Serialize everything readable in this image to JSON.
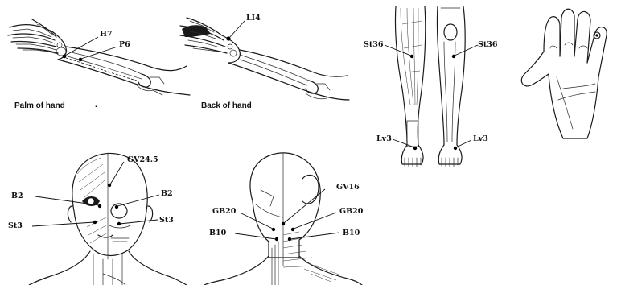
{
  "captions": {
    "palm": "Palm of hand",
    "palm_mark": ".",
    "back": "Back of hand"
  },
  "points": {
    "h7": "H7",
    "p6": "P6",
    "li4": "LI4",
    "st36_left": "St36",
    "st36_right": "St36",
    "lv3_left": "Lv3",
    "lv3_right": "Lv3",
    "gv245": "GV24.5",
    "b2_left": "B2",
    "b2_right": "B2",
    "st3_left": "St3",
    "st3_right": "St3",
    "gv16": "GV16",
    "gb20_left": "GB20",
    "gb20_right": "GB20",
    "b10_left": "B10",
    "b10_right": "B10"
  }
}
